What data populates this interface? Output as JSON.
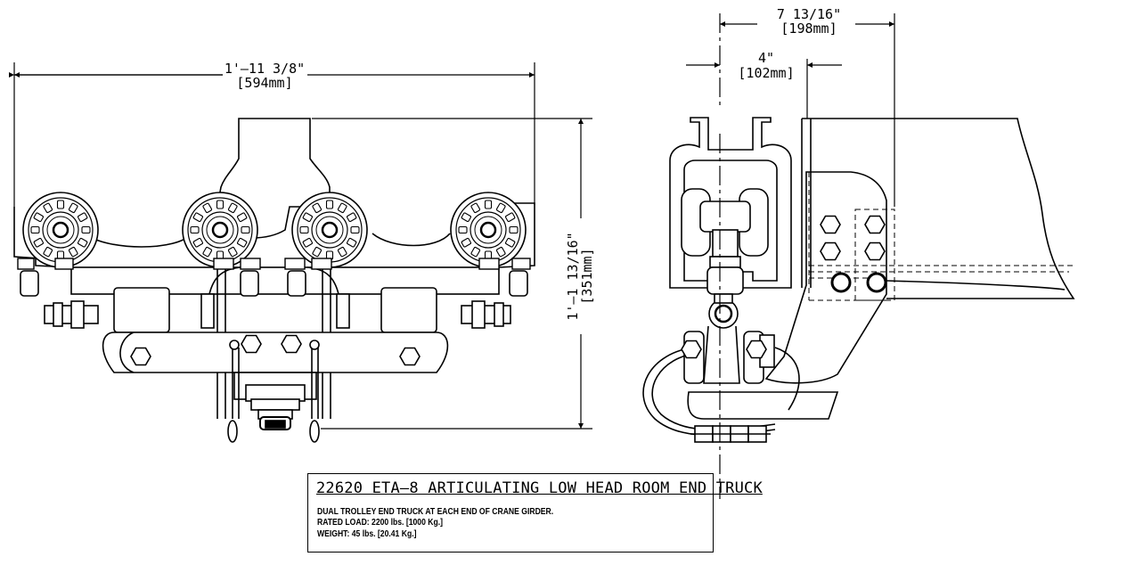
{
  "dimensions": {
    "overall_width": "1'–11 3/8\"",
    "overall_width_metric": "[594mm]",
    "overall_height": "1'–1 13/16\"",
    "overall_height_metric": "[351mm]",
    "offset_large": "7 13/16\"",
    "offset_large_metric": "[198mm]",
    "offset_small": "4\"",
    "offset_small_metric": "[102mm]"
  },
  "title_block": {
    "title": "22620 ETA–8 ARTICULATING LOW HEAD ROOM END TRUCK",
    "line1": "DUAL TROLLEY END TRUCK AT EACH END OF CRANE GIRDER.",
    "line2": "RATED LOAD: 2200 lbs. [1000 Kg.]",
    "line3": "WEIGHT: 45 lbs. [20.41 Kg.]"
  }
}
